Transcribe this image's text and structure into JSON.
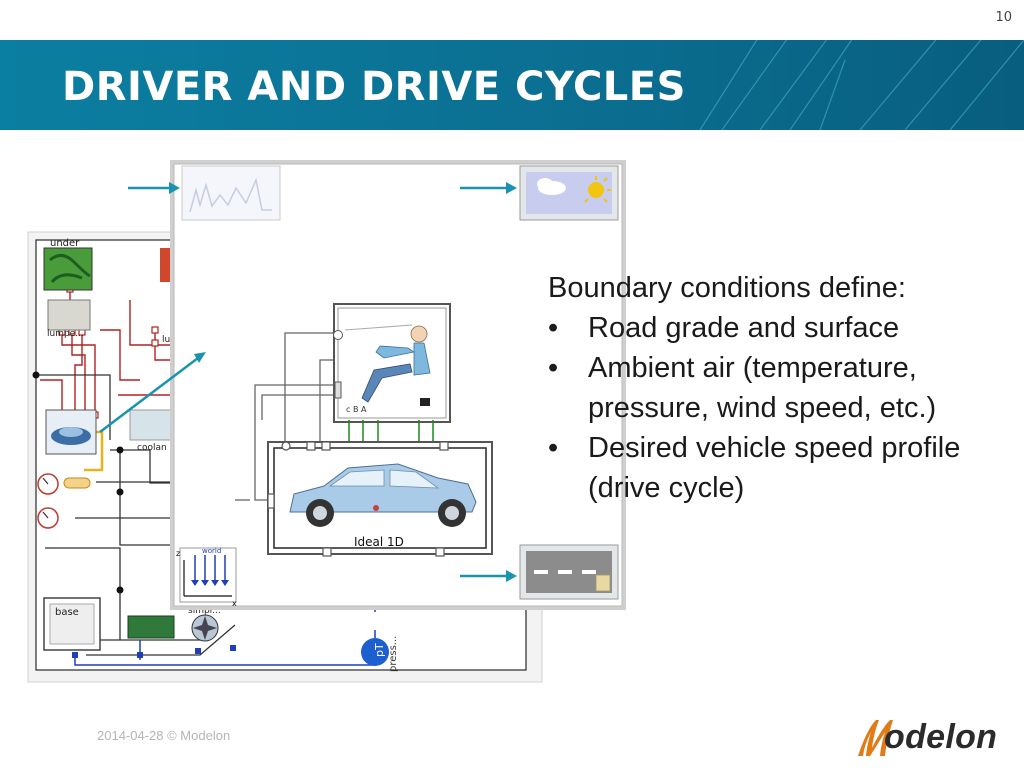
{
  "slide": {
    "page_number": "10",
    "title": "DRIVER AND DRIVE CYCLES"
  },
  "content": {
    "heading": "Boundary conditions define:",
    "bullet_symbol": "•",
    "bullets": [
      {
        "line1": "Road grade and surface",
        "line2": ""
      },
      {
        "line1": "Ambient air (temperature,",
        "line2": "pressure, wind speed, etc.)"
      },
      {
        "line1": "Desired vehicle speed profile",
        "line2": "(drive cycle)"
      }
    ]
  },
  "diagram": {
    "back_labels": {
      "under": "under",
      "lumped": "lumpe...",
      "lu": "lu",
      "coolant": "coolan",
      "base": "base",
      "simple": "simpl...",
      "pT": "pT",
      "press": "press..."
    },
    "front_labels": {
      "ideal_1d": "Ideal 1D",
      "world": "world",
      "z_axis": "z",
      "x_axis": "x",
      "driver_ports": "c  B  A"
    },
    "arrow_color": "#1b93b0"
  },
  "footer": {
    "date_copyright": "2014-04-28 © Modelon"
  },
  "logo": {
    "text": "odelon",
    "accent_color": "#e07b18"
  }
}
